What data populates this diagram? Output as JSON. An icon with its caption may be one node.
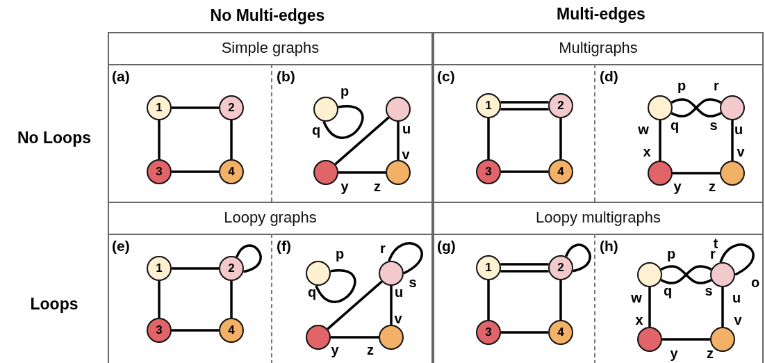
{
  "diagram": {
    "nodes": [
      {
        "text": [
          "Simple graphs"
        ]
      },
      {
        "text": [
          "(a)"
        ],
        "in": 0
      },
      {
        "text": [
          "1"
        ],
        "in": 1
      },
      {
        "text": [
          "2"
        ],
        "in": 1
      },
      {
        "text": [
          "3"
        ],
        "in": 1
      },
      {
        "text": [
          "4"
        ],
        "in": 1
      },
      {
        "text": [
          "(b)"
        ],
        "in": 0
      },
      {
        "text": [],
        "shape": "circle",
        "in": 6
      },
      {
        "text": [],
        "shape": "circle",
        "in": 6
      },
      {
        "text": [],
        "shape": "circle",
        "in": 6
      },
      {
        "text": [],
        "shape": "circle",
        "in": 6
      },
      {
        "text": [
          "Multigraphs"
        ]
      },
      {
        "text": [
          "(c)"
        ],
        "in": 11
      },
      {
        "text": [
          "1"
        ],
        "in": 12
      },
      {
        "text": [
          "2"
        ],
        "in": 12
      },
      {
        "text": [
          "3"
        ],
        "in": 12
      },
      {
        "text": [
          "4"
        ],
        "in": 12
      },
      {
        "text": [
          "(d)"
        ],
        "in": 11
      },
      {
        "text": [],
        "shape": "circle",
        "in": 17
      },
      {
        "text": [],
        "shape": "circle",
        "in": 17
      },
      {
        "text": [],
        "shape": "circle",
        "in": 17
      },
      {
        "text": [],
        "shape": "circle",
        "in": 17
      },
      {
        "text": [
          "Loopy graphs"
        ]
      },
      {
        "text": [
          "(e)"
        ],
        "in": 22
      },
      {
        "text": [
          "1"
        ],
        "in": 23
      },
      {
        "text": [
          "2"
        ],
        "in": 23
      },
      {
        "text": [
          "3"
        ],
        "in": 23
      },
      {
        "text": [
          "4"
        ],
        "in": 23
      },
      {
        "text": [
          "(f)"
        ],
        "in": 22
      },
      {
        "text": [],
        "shape": "circle",
        "in": 28
      },
      {
        "text": [],
        "shape": "circle",
        "in": 28
      },
      {
        "text": [],
        "shape": "circle",
        "in": 28
      },
      {
        "text": [],
        "shape": "circle",
        "in": 28
      },
      {
        "text": [
          "Loopy multigraphs"
        ]
      },
      {
        "text": [
          "(g)"
        ],
        "in": 33
      },
      {
        "text": [
          "1"
        ],
        "in": 34
      },
      {
        "text": [
          "2"
        ],
        "in": 34
      },
      {
        "text": [
          "3"
        ],
        "in": 34
      },
      {
        "text": [
          "4"
        ],
        "in": 34
      },
      {
        "text": [
          "(h)"
        ],
        "in": 33
      },
      {
        "text": [],
        "shape": "circle",
        "in": 39
      },
      {
        "text": [],
        "shape": "circle",
        "in": 39
      },
      {
        "text": [],
        "shape": "circle",
        "in": 39
      },
      {
        "text": [],
        "shape": "circle",
        "in": 39
      }
    ],
    "edges": [
      {
        "from": 2,
        "to": 3,
        "arrow": "none"
      },
      {
        "from": 2,
        "to": 4,
        "arrow": "none"
      },
      {
        "from": 3,
        "to": 5,
        "arrow": "none"
      },
      {
        "from": 4,
        "to": 5,
        "arrow": "none"
      },
      {
        "from": 7,
        "to": 7,
        "arrow": "none"
      },
      {
        "from": 9,
        "to": 8,
        "arrow": "none"
      },
      {
        "from": 8,
        "to": 10,
        "arrow": "none"
      },
      {
        "from": 9,
        "to": 10,
        "arrow": "none"
      },
      {
        "from": 13,
        "to": 14,
        "arrow": "none"
      },
      {
        "from": 13,
        "to": 14,
        "arrow": "none"
      },
      {
        "from": 13,
        "to": 15,
        "arrow": "none"
      },
      {
        "from": 14,
        "to": 16,
        "arrow": "none"
      },
      {
        "from": 15,
        "to": 16,
        "arrow": "none"
      },
      {
        "from": 18,
        "to": 19,
        "arrow": "none"
      },
      {
        "from": 18,
        "to": 19,
        "arrow": "none"
      },
      {
        "from": 18,
        "to": 20,
        "arrow": "none"
      },
      {
        "from": 19,
        "to": 21,
        "arrow": "none"
      },
      {
        "from": 20,
        "to": 21,
        "arrow": "none"
      },
      {
        "from": 24,
        "to": 25,
        "arrow": "none"
      },
      {
        "from": 24,
        "to": 26,
        "arrow": "none"
      },
      {
        "from": 25,
        "to": 25,
        "arrow": "none"
      },
      {
        "from": 25,
        "to": 27,
        "arrow": "none"
      },
      {
        "from": 26,
        "to": 27,
        "arrow": "none"
      },
      {
        "from": 29,
        "to": 29,
        "arrow": "none"
      },
      {
        "from": 31,
        "to": 30,
        "arrow": "none"
      },
      {
        "from": 30,
        "to": 30,
        "arrow": "none"
      },
      {
        "from": 30,
        "to": 32,
        "arrow": "none"
      },
      {
        "from": 31,
        "to": 32,
        "arrow": "none"
      },
      {
        "from": 35,
        "to": 36,
        "arrow": "none"
      },
      {
        "from": 35,
        "to": 36,
        "arrow": "none"
      },
      {
        "from": 35,
        "to": 37,
        "arrow": "none"
      },
      {
        "from": 36,
        "to": 36,
        "arrow": "none"
      },
      {
        "from": 36,
        "to": 38,
        "arrow": "none"
      },
      {
        "from": 37,
        "to": 38,
        "arrow": "none"
      },
      {
        "from": 40,
        "to": 41,
        "arrow": "none"
      },
      {
        "from": 40,
        "to": 41,
        "arrow": "none"
      },
      {
        "from": 40,
        "to": 42,
        "arrow": "none"
      },
      {
        "from": 41,
        "to": 41,
        "arrow": "none"
      },
      {
        "from": 41,
        "to": 43,
        "arrow": "none"
      },
      {
        "from": 42,
        "to": 43,
        "arrow": "none"
      }
    ],
    "labels": [
      "No Multi-edges",
      "Multi-edges",
      "No Loops",
      "Loops",
      "p",
      "q",
      "u",
      "v",
      "y",
      "z",
      "p",
      "r",
      "w",
      "q",
      "s",
      "u",
      "x",
      "v",
      "y",
      "z",
      "r",
      "p",
      "s",
      "q",
      "u",
      "v",
      "y",
      "z",
      "t",
      "p",
      "r",
      "o",
      "w",
      "q",
      "s",
      "u",
      "x",
      "v",
      "y",
      "z"
    ]
  }
}
